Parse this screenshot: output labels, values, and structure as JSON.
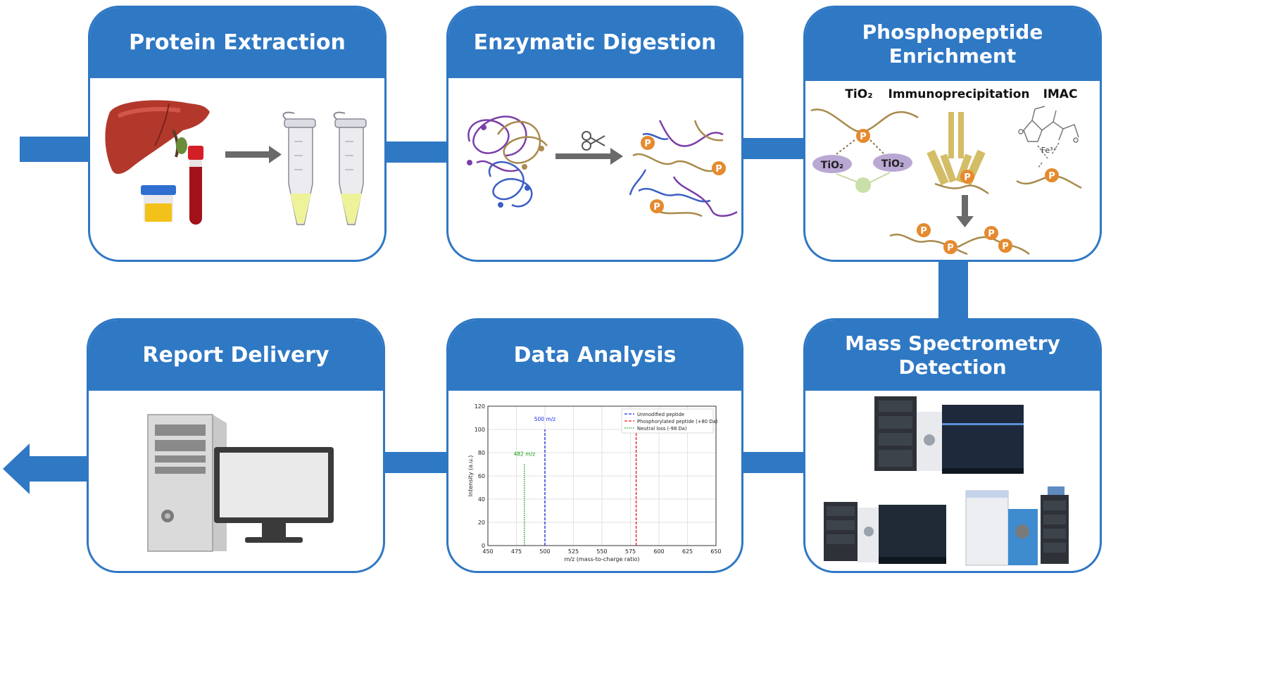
{
  "steps": {
    "protein_extraction": {
      "title": "Protein Extraction"
    },
    "enzymatic_digestion": {
      "title": "Enzymatic Digestion"
    },
    "phospho_enrichment": {
      "title": "Phosphopeptide\nEnrichment",
      "methods": [
        "TiO₂",
        "Immunoprecipitation",
        "IMAC"
      ],
      "bead_label": "TiO₂",
      "p_label": "P",
      "fe_label": "Fe³⁺"
    },
    "ms_detection": {
      "title": "Mass Spectrometry\nDetection"
    },
    "data_analysis": {
      "title": "Data Analysis"
    },
    "report_delivery": {
      "title": "Report Delivery"
    }
  },
  "colors": {
    "primary_blue": "#2f78c4",
    "peptide_gold": "#a88a4c",
    "phospho_orange": "#e58a2e",
    "tio2_purple": "#b9a8d4"
  },
  "chart_data": {
    "type": "bar",
    "title": "",
    "xlabel": "m/z (mass-to-charge ratio)",
    "ylabel": "Intensity (a.u.)",
    "xlim": [
      450,
      650
    ],
    "ylim": [
      0,
      120
    ],
    "xticks": [
      450,
      475,
      500,
      525,
      550,
      575,
      600,
      625,
      650
    ],
    "yticks": [
      0,
      20,
      40,
      60,
      80,
      100,
      120
    ],
    "grid": true,
    "legend_position": "top-right",
    "series": [
      {
        "name": "Unmodified peptide",
        "x": 500,
        "y": 100,
        "color": "#1f2ee6",
        "dash": "dashed",
        "label": "500 m/z"
      },
      {
        "name": "Phosphorylated peptide (+80 Da)",
        "x": 580,
        "y": 100,
        "color": "#e62222",
        "dash": "dashed",
        "label": ""
      },
      {
        "name": "Neutral loss (-98 Da)",
        "x": 482,
        "y": 70,
        "color": "#1a9a1a",
        "dash": "dotted",
        "label": "482 m/z"
      }
    ]
  }
}
